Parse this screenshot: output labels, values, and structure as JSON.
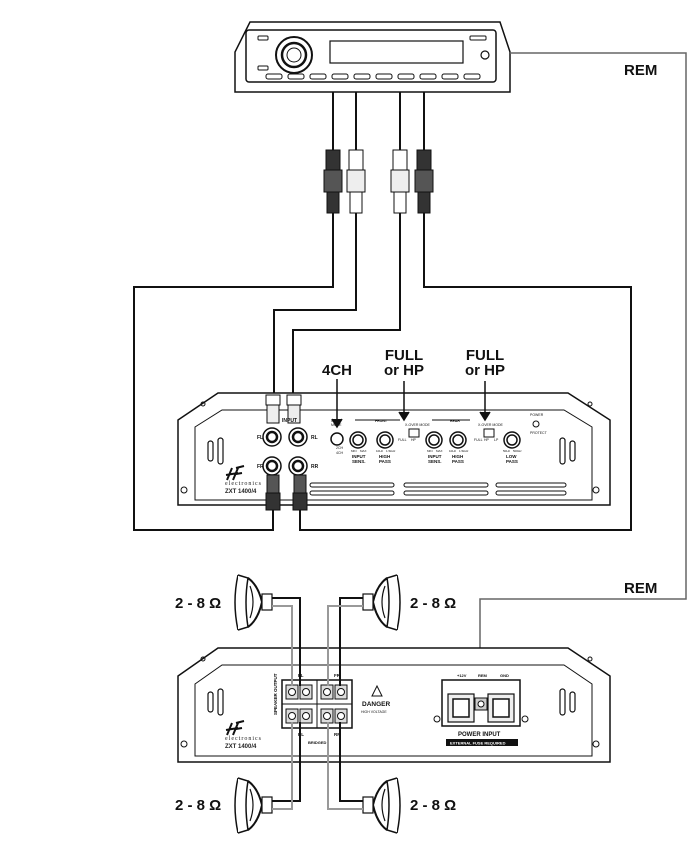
{
  "labels": {
    "rem_top": "REM",
    "rem_bottom": "REM",
    "mode_4ch": "4CH",
    "full_hp_front": "FULL\nor HP",
    "full_hp_rear": "FULL\nor HP",
    "ohm_tl": "2 - 8 Ω",
    "ohm_tr": "2 - 8 Ω",
    "ohm_bl": "2 - 8 Ω",
    "ohm_br": "2 - 8 Ω"
  },
  "amp_top": {
    "rca_fl": "FL",
    "rca_rl": "RL",
    "rca_fr": "FR",
    "rca_rr": "RR",
    "rca_input": "INPUT",
    "input_mode": "INPUT\nMODE",
    "input_mode_2ch": "2CH",
    "input_mode_4ch": "4CH",
    "front_section": "FRONT",
    "rear_section": "REAR",
    "xover_mode": "X-OVER MODE",
    "full": "FULL",
    "hp": "HP",
    "lp": "LP",
    "input_sens": "INPUT\nSENS.",
    "high_pass": "HIGH\nPASS",
    "low_pass": "LOW\nPASS",
    "min": "MIN",
    "max": "MAX",
    "hz_10": "10Hz",
    "khz_1": "1.5kHz",
    "hz_50": "50Hz",
    "hz_500": "500Hz",
    "power": "POWER",
    "protect": "PROTECT",
    "brand": "electronics",
    "model": "ZXT 1400/4"
  },
  "amp_bottom": {
    "speaker_output": "SPEAKER OUTPUT",
    "fl": "FL",
    "fr": "FR",
    "rl": "RL",
    "rr": "RR",
    "bridged": "BRIDGED",
    "danger": "DANGER",
    "high_voltage": "HIGH VOLTAGE",
    "plus12v": "+12V",
    "rem": "REM",
    "gnd": "GND",
    "power_input": "POWER INPUT",
    "fuse": "EXTERNAL FUSE REQUIRED",
    "brand": "electronics",
    "model": "ZXT 1400/4"
  }
}
